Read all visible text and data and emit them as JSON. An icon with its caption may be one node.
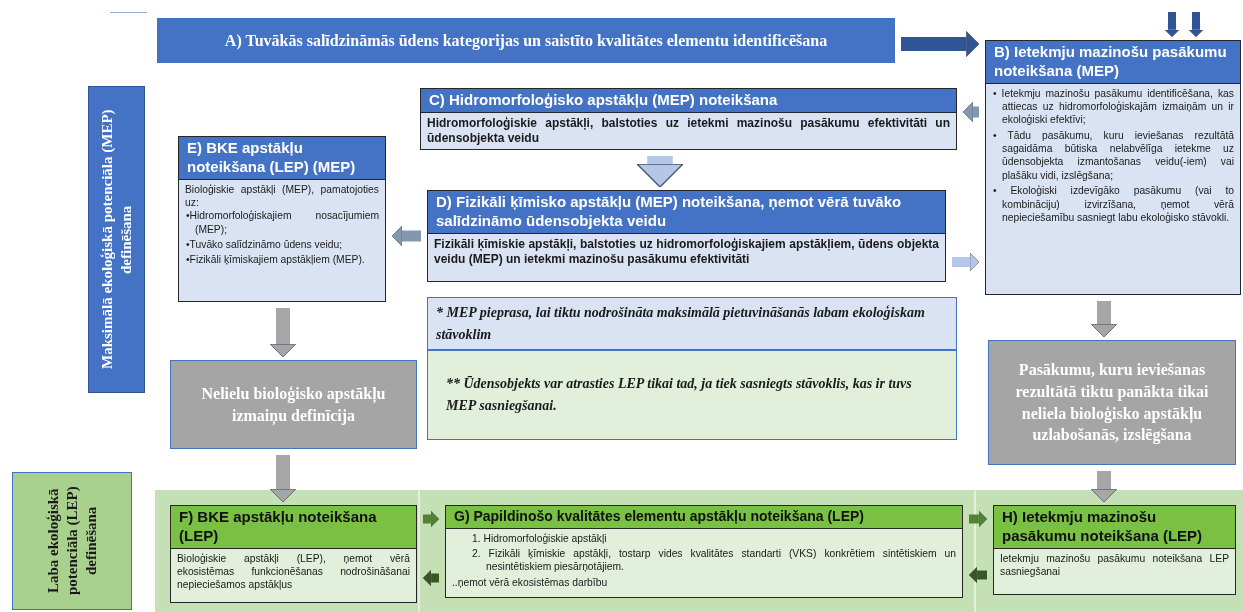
{
  "diagram": {
    "nodes": [
      {
        "text": [
          "Maksimālā ekoloģiskā potenciāla (MEP) definēšana"
        ]
      },
      {
        "text": [
          "A)  Tuvākās salīdzināmās ūdens kategorijas un saistīto kvalitātes elementu identificēšana"
        ]
      },
      {
        "text": [
          "B)  Ietekmju mazinošu pasākumu noteikšana (MEP)",
          "• Ietekmju mazinošu pasākumu identificēšana, kas attiecas uz hidromorfoloģiskajām izmaiņām un ir ekoloģiski efektīvi;",
          "• Tādu pasākumu, kuru ieviešanas rezultātā sagaidāma būtiska nelabvēlīga ietekme uz ūdensobjekta izmantošanas veidu(-iem) vai plašāku vidi, izslēgšana;",
          "• Ekoloģiski izdevīgāko pasākumu (vai to kombināciju) izvirzīšana, ņemot vērā nepieciešamību sasniegt labu ekoloģisko stāvokli."
        ]
      },
      {
        "text": [
          "C)  Hidromorfoloģisko apstākļu (MEP) noteikšana",
          "Hidromorfoloģiskie apstākļi, balstoties uz ietekmi mazinošu pasākumu efektivitāti un ūdensobjekta veidu"
        ]
      },
      {
        "text": [
          "E)  BKE apstākļu noteikšana (LEP) (MEP)",
          "Bioloģiskie apstākļi (MEP), pamatojoties uz:",
          "•Hidromorfoloģiskajiem nosacījumiem (MEP);",
          "•Tuvāko salīdzināmo ūdens veidu;",
          "•Fizikāli ķīmiskajiem apstākļiem (MEP)."
        ]
      },
      {
        "text": [
          "D)  Fizikāli ķīmisko apstākļu (MEP) noteikšana, ņemot vērā tuvāko salīdzināmo ūdensobjekta veidu",
          "Fizikāli ķīmiskie apstākļi, balstoties uz hidromorfoloģiskajiem apstākļiem, ūdens objekta veidu (MEP) un ietekmi mazinošu pasākumu efektivitāti"
        ]
      },
      {
        "text": [
          "* MEP pieprasa, lai tiktu nodrošināta maksimālā pietuvināšanās labam ekoloģiskam stāvoklim"
        ]
      },
      {
        "text": [
          "** Ūdensobjekts var atrasties LEP tikai tad, ja tiek sasniegts stāvoklis, kas ir tuvs MEP sasniegšanai."
        ]
      },
      {
        "text": [
          "Nelielu bioloģisko apstākļu izmaiņu definīcija"
        ]
      },
      {
        "text": [
          "Pasākumu, kuru ieviešanas rezultātā tiktu panākta tikai neliela bioloģisko apstākļu uzlabošanās, izslēgšana"
        ]
      },
      {
        "text": [
          "Laba ekoloģiskā potenciāla (LEP) definēšana"
        ]
      },
      {
        "text": [],
        "shape": "band"
      },
      {
        "text": [
          "F) BKE apstākļu noteikšana (LEP)",
          "Bioloģiskie apstākļi (LEP), ņemot vērā ekosistēmas funkcionēšanas nodrošināšanai nepieciešamos apstākļus"
        ],
        "in": 11
      },
      {
        "text": [
          "G) Papildinošo kvalitātes elementu apstākļu noteikšana (LEP)",
          "1. Hidromorfoloģiskie apstākļi",
          "2. Fizikāli ķīmiskie apstākļi, tostarp vides kvalitātes standarti (VKS) konkrētiem sintētiskiem un nesintētiskiem piesārņotājiem.",
          "..ņemot vērā ekosistēmas darbību"
        ],
        "in": 11
      },
      {
        "text": [
          "H) Ietekmju mazinošu pasākumu noteikšana (LEP)",
          "Ietekmju mazinošu pasākumu noteikšana LEP sasniegšanai"
        ],
        "in": 11
      }
    ],
    "edges": [
      {
        "from": 1,
        "to": 2,
        "arrow": "to",
        "color": "#2f5597"
      },
      {
        "from": null,
        "to": 2,
        "arrow": "to",
        "color": "#2f5597"
      },
      {
        "from": null,
        "to": 2,
        "arrow": "to",
        "color": "#2f5597"
      },
      {
        "from": 2,
        "to": 3,
        "arrow": "to",
        "color": "#8497b0"
      },
      {
        "from": 3,
        "to": 5,
        "arrow": "to",
        "style": "thick",
        "color": "#b4c7e7"
      },
      {
        "from": 5,
        "to": 4,
        "arrow": "to",
        "color": "#8497b0"
      },
      {
        "from": 5,
        "to": 2,
        "arrow": "to",
        "color": "#b4c7e7"
      },
      {
        "from": 4,
        "to": 8,
        "arrow": "to",
        "color": "#a6a6a6"
      },
      {
        "from": 8,
        "to": 12,
        "arrow": "to",
        "color": "#a6a6a6"
      },
      {
        "from": 2,
        "to": 9,
        "arrow": "to",
        "color": "#a6a6a6"
      },
      {
        "from": 9,
        "to": 14,
        "arrow": "to",
        "color": "#a6a6a6"
      },
      {
        "from": 12,
        "to": 13,
        "arrow": "to",
        "color": "#548235"
      },
      {
        "from": 13,
        "to": 12,
        "arrow": "to",
        "color": "#385723"
      },
      {
        "from": 13,
        "to": 14,
        "arrow": "to",
        "color": "#548235"
      },
      {
        "from": 14,
        "to": 13,
        "arrow": "to",
        "color": "#385723"
      }
    ]
  }
}
